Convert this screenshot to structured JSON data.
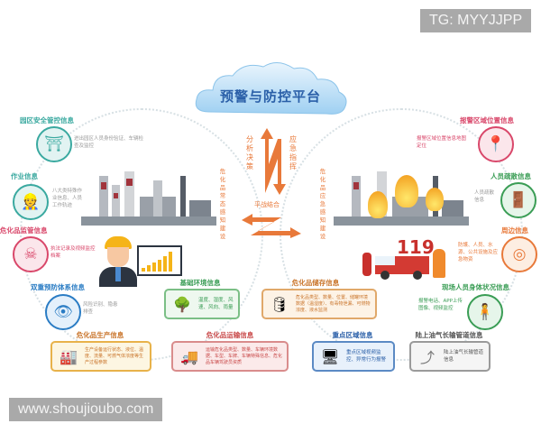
{
  "watermarks": {
    "top_right": "TG: MYYJJPP",
    "bottom_left": "www.shoujioubo.com"
  },
  "platform": {
    "title": "预警与防控平台"
  },
  "center": {
    "left_vertical": "分析决策",
    "right_vertical": "应急指挥",
    "middle_label": "平战结合",
    "left_side_label": "危化品常态感知建设",
    "right_side_label": "危化品应急感知建设"
  },
  "colors": {
    "accent_orange": "#e8793a",
    "cloud_blue": "#2a5fa8",
    "teal": "#3aa9a0",
    "pink": "#d9476a",
    "green": "#3a9d55"
  },
  "left_nodes": [
    {
      "title": "园区安全管控信息",
      "desc": "进出园区人员身份验证、车辆检查及监控",
      "icon": "gate-icon",
      "glyph": "⛩",
      "color": "#3aa9a0"
    },
    {
      "title": "作业信息",
      "desc": "八大类特殊作业信息、人员工作轨迹",
      "icon": "worker-icon",
      "glyph": "👷",
      "color": "#3aa9a0"
    },
    {
      "title": "危化品监管信息",
      "desc": "执法记录及视频监控档案",
      "icon": "bottle-icon",
      "glyph": "☠",
      "color": "#d9476a"
    },
    {
      "title": "双重预防体系信息",
      "desc": "风险识别、隐患排查",
      "icon": "eye-icon",
      "glyph": "👁",
      "color": "#2a7cc4"
    }
  ],
  "right_nodes": [
    {
      "title": "报警区域位置信息",
      "desc": "报警区域位置信息地图定位",
      "icon": "alarm-location-icon",
      "glyph": "📍",
      "color": "#d9476a"
    },
    {
      "title": "人员疏散信息",
      "desc": "人员疏散信息",
      "icon": "exit-icon",
      "glyph": "🚪",
      "color": "#3a9d55"
    },
    {
      "title": "周边信息",
      "desc": "防護、人员、水源、公共设施及应急物资",
      "icon": "radar-icon",
      "glyph": "◎",
      "color": "#e8793a"
    },
    {
      "title": "现场人员身体状况信息",
      "desc": "报警电话、APP上传图像、视频监控",
      "icon": "person-status-icon",
      "glyph": "🧍",
      "color": "#3a9d55"
    }
  ],
  "boxes": [
    {
      "title": "基础环境信息",
      "text": "温度、湿度、风速、风向、雨量",
      "icon": "tree-icon",
      "glyph": "🌳",
      "border": "#7bbf86",
      "bg": "#eef8ef",
      "title_color": "#3a9d55"
    },
    {
      "title": "危化品储存信息",
      "text": "危化品类型、数量、位置、储罐环境数据（温湿度）、有毒物泄漏、可燃物浓度、液水监测",
      "icon": "barrel-icon",
      "glyph": "🛢",
      "border": "#e0a86a",
      "bg": "#fdf3e6",
      "title_color": "#c9742a"
    },
    {
      "title": "危化品生产信息",
      "text": "生产设备运行状态、液位、温度、流量、可燃气体浓度等生产过程参数",
      "icon": "factory-icon",
      "glyph": "🏭",
      "border": "#e8b24a",
      "bg": "#fdf6e2",
      "title_color": "#c9742a"
    },
    {
      "title": "危化品运输信息",
      "text": "运输危化品类型、数量、车辆环境数据、车型、车牌、车辆特殊信息、危化品车辆驾驶员资质",
      "icon": "truck-icon",
      "glyph": "🚚",
      "border": "#d98c8c",
      "bg": "#fbeaea",
      "title_color": "#c94a4a"
    },
    {
      "title": "重点区域信息",
      "text": "重点区域视频监控、异常行为报警",
      "icon": "monitor-icon",
      "glyph": "🖥",
      "border": "#5b8ac4",
      "bg": "#e8f1fb",
      "title_color": "#2a5fa8"
    },
    {
      "title": "陆上油气长输管道信息",
      "text": "陆上油气长输管道信息",
      "icon": "pipe-icon",
      "glyph": "⤴",
      "border": "#9a9a9a",
      "bg": "#f5f5f5",
      "title_color": "#555555"
    }
  ],
  "illustrations": {
    "fire_truck_number": "119"
  }
}
